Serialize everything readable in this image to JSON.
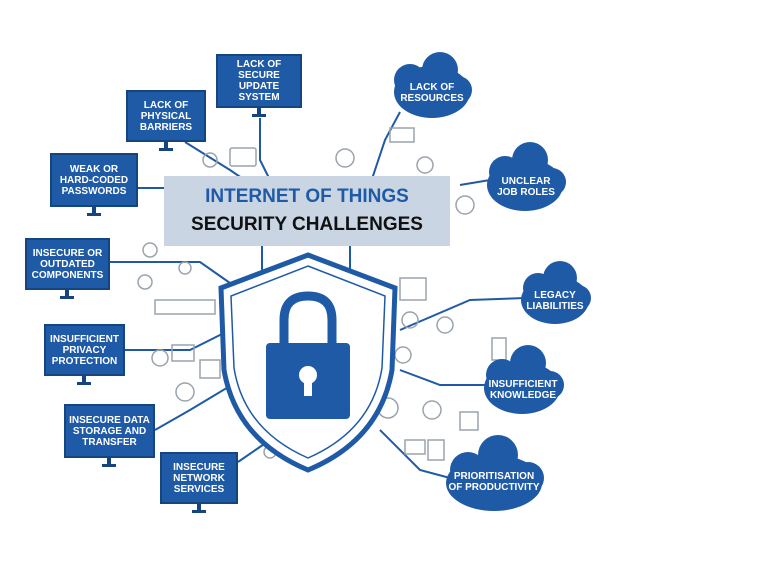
{
  "title": {
    "line1": "INTERNET OF THINGS",
    "line2": "SECURITY CHALLENGES"
  },
  "left_items": [
    {
      "id": "secure-update",
      "label": "LACK OF SECURE UPDATE SYSTEM"
    },
    {
      "id": "physical-barriers",
      "label": "LACK OF PHYSICAL BARRIERS"
    },
    {
      "id": "hard-coded-passwords",
      "label": "WEAK OR HARD-CODED PASSWORDS"
    },
    {
      "id": "outdated-components",
      "label": "INSECURE OR OUTDATED COMPONENTS"
    },
    {
      "id": "privacy-protection",
      "label": "INSUFFICIENT PRIVACY PROTECTION"
    },
    {
      "id": "data-storage",
      "label": "INSECURE DATA STORAGE AND TRANSFER"
    },
    {
      "id": "network-services",
      "label": "INSECURE NETWORK SERVICES"
    }
  ],
  "right_items": [
    {
      "id": "resources",
      "label": "LACK OF RESOURCES"
    },
    {
      "id": "job-roles",
      "label": "UNCLEAR JOB ROLES"
    },
    {
      "id": "legacy-liabilities",
      "label": "LEGACY LIABILITIES"
    },
    {
      "id": "insufficient-knowledge",
      "label": "INSUFFICIENT KNOWLEDGE"
    },
    {
      "id": "productivity",
      "label": "PRIORITISATION OF PRODUCTIVITY"
    }
  ],
  "colors": {
    "primary": "#1f5aa6",
    "dark": "#15457f",
    "title_band": "#c9d5e3",
    "icon_gray": "#9aa3ad"
  },
  "central_icon": "padlock-shield-icon"
}
